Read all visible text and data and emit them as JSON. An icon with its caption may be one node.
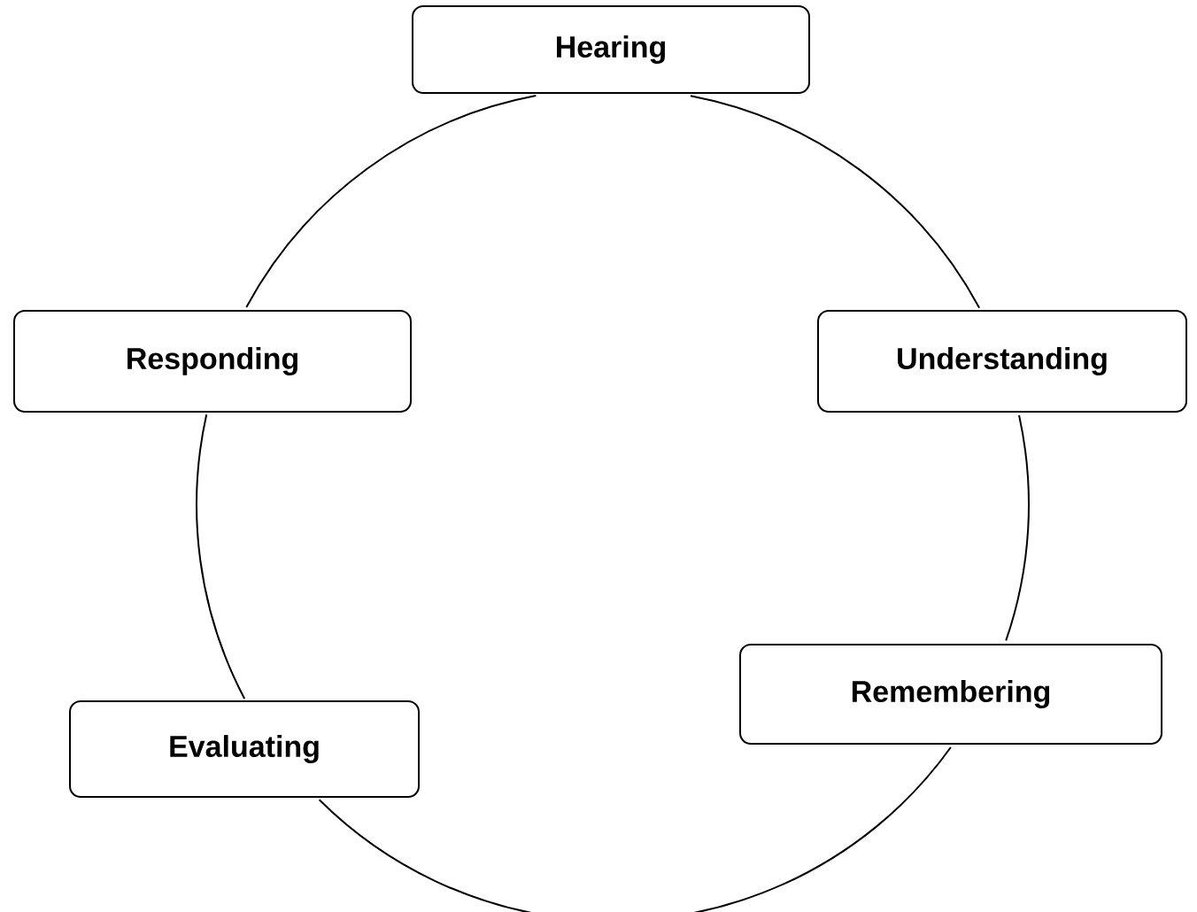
{
  "diagram": {
    "nodes": [
      {
        "text": [
          "Hearing"
        ]
      },
      {
        "text": [
          "Understanding"
        ]
      },
      {
        "text": [
          "Remembering"
        ]
      },
      {
        "text": [
          "Evaluating"
        ]
      },
      {
        "text": [
          "Responding"
        ]
      }
    ],
    "edges": [
      {
        "from": 0,
        "to": 1,
        "arrow": "none"
      },
      {
        "from": 1,
        "to": 2,
        "arrow": "none"
      },
      {
        "from": 2,
        "to": 3,
        "arrow": "none"
      },
      {
        "from": 3,
        "to": 4,
        "arrow": "none"
      },
      {
        "from": 4,
        "to": 0,
        "arrow": "none"
      }
    ]
  }
}
